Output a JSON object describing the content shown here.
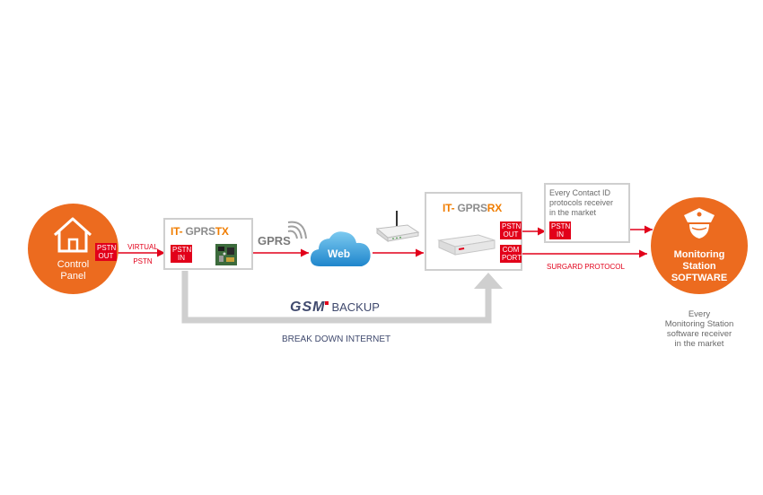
{
  "control_panel": {
    "line1": "Control",
    "line2": "Panel"
  },
  "pstn_out_tag": {
    "line1": "PSTN",
    "line2": "OUT"
  },
  "virtual_pstn": {
    "line1": "VIRTUAL",
    "line2": "PSTN"
  },
  "tx_device": {
    "prefix": "IT-",
    "mid": "GPRS",
    "suffix": "TX",
    "pstn_in_line1": "PSTN",
    "pstn_in_line2": "IN"
  },
  "gprs_label": "GPRS",
  "cloud_label": "Web",
  "rx_device": {
    "prefix": "IT-",
    "mid": "GPRS",
    "suffix": "RX",
    "pstn_out_line1": "PSTN",
    "pstn_out_line2": "OUT",
    "com_port_line1": "COM",
    "com_port_line2": "PORT"
  },
  "contact_id_box": {
    "line1": "Every Contact ID",
    "line2": "protocols receiver",
    "line3": "in the market",
    "pstn_in_line1": "PSTN",
    "pstn_in_line2": "IN"
  },
  "surgard_label": "SURGARD PROTOCOL",
  "monitoring": {
    "line1": "Monitoring",
    "line2": "Station",
    "line3": "SOFTWARE"
  },
  "monitoring_note": {
    "line1": "Every",
    "line2": "Monitoring Station",
    "line3": "software receiver",
    "line4": "in the market"
  },
  "gsm_backup": {
    "logo": "GSM",
    "label": "BACKUP"
  },
  "break_down_label": "BREAK DOWN INTERNET",
  "colors": {
    "orange": "#ec6b1f",
    "red": "#e2001a",
    "gray": "#cfcfcf",
    "cloud": "#3aa0dc"
  },
  "icons": [
    "house-icon",
    "police-officer-icon",
    "router-icon",
    "wifi-signal-icon",
    "circuit-board-icon",
    "rack-receiver-icon",
    "cloud-icon"
  ]
}
